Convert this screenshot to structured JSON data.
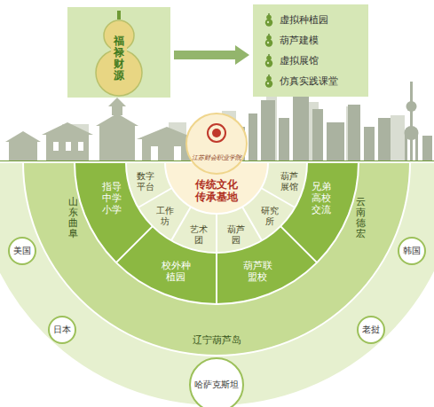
{
  "diagram": {
    "nodes": [
      {
        "text": [
          "福禄财源"
        ]
      },
      {
        "text": [
          "虚拟种植园",
          "葫芦建模",
          "虚拟展馆",
          "仿真实践课堂"
        ]
      },
      {
        "text": [
          "江苏财会职业学院"
        ]
      },
      {
        "text": [
          "传统文化传承基地"
        ]
      },
      {
        "text": [
          "数字平台"
        ]
      },
      {
        "text": [
          "工作坊"
        ]
      },
      {
        "text": [
          "艺术团"
        ]
      },
      {
        "text": [
          "葫芦园"
        ]
      },
      {
        "text": [
          "研究所"
        ]
      },
      {
        "text": [
          "葫芦展馆"
        ]
      },
      {
        "text": [
          "指导中学小学"
        ]
      },
      {
        "text": [
          "校外种植园"
        ]
      },
      {
        "text": [
          "葫芦联盟校"
        ]
      },
      {
        "text": [
          "兄弟高校交流"
        ]
      },
      {
        "text": [
          "山东曲阜"
        ]
      },
      {
        "text": [
          "辽宁葫芦岛"
        ]
      },
      {
        "text": [
          "云南德宏"
        ]
      },
      {
        "text": [
          "美国"
        ]
      },
      {
        "text": [
          "日本"
        ]
      },
      {
        "text": [
          "哈萨克斯坦"
        ]
      },
      {
        "text": [
          "老挝"
        ]
      },
      {
        "text": [
          "韩国"
        ]
      }
    ],
    "edges": [
      {
        "from": 0,
        "to": 1,
        "arrow": "to"
      }
    ]
  }
}
